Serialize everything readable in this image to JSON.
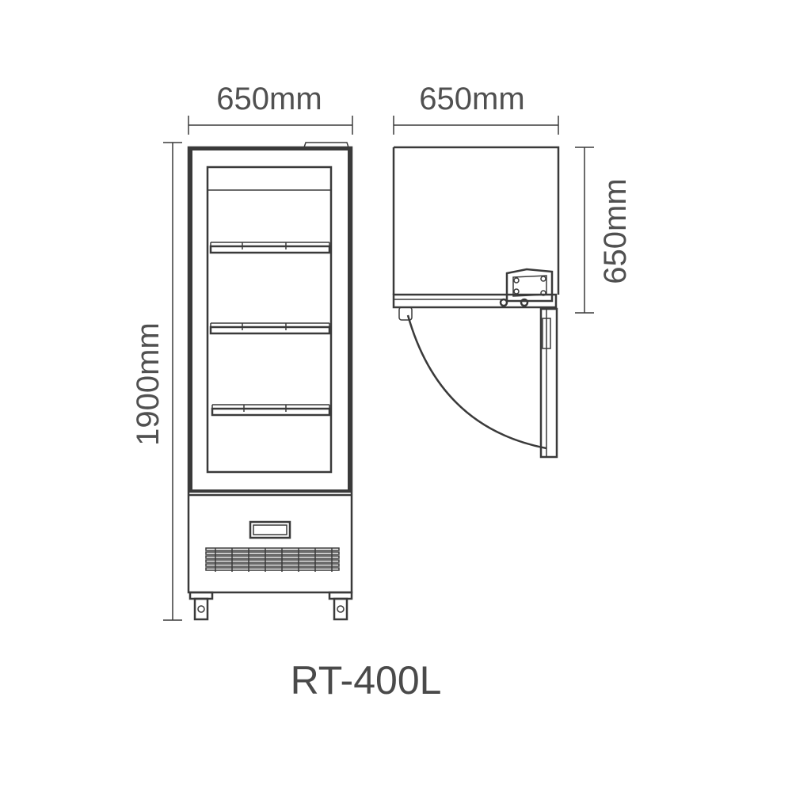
{
  "diagram": {
    "model": "RT-400L",
    "front_width": "650mm",
    "height": "1900mm",
    "top_width": "650mm",
    "top_depth": "650mm"
  },
  "colors": {
    "line": "#3a3a3a",
    "text": "#505050",
    "background": "#ffffff"
  }
}
